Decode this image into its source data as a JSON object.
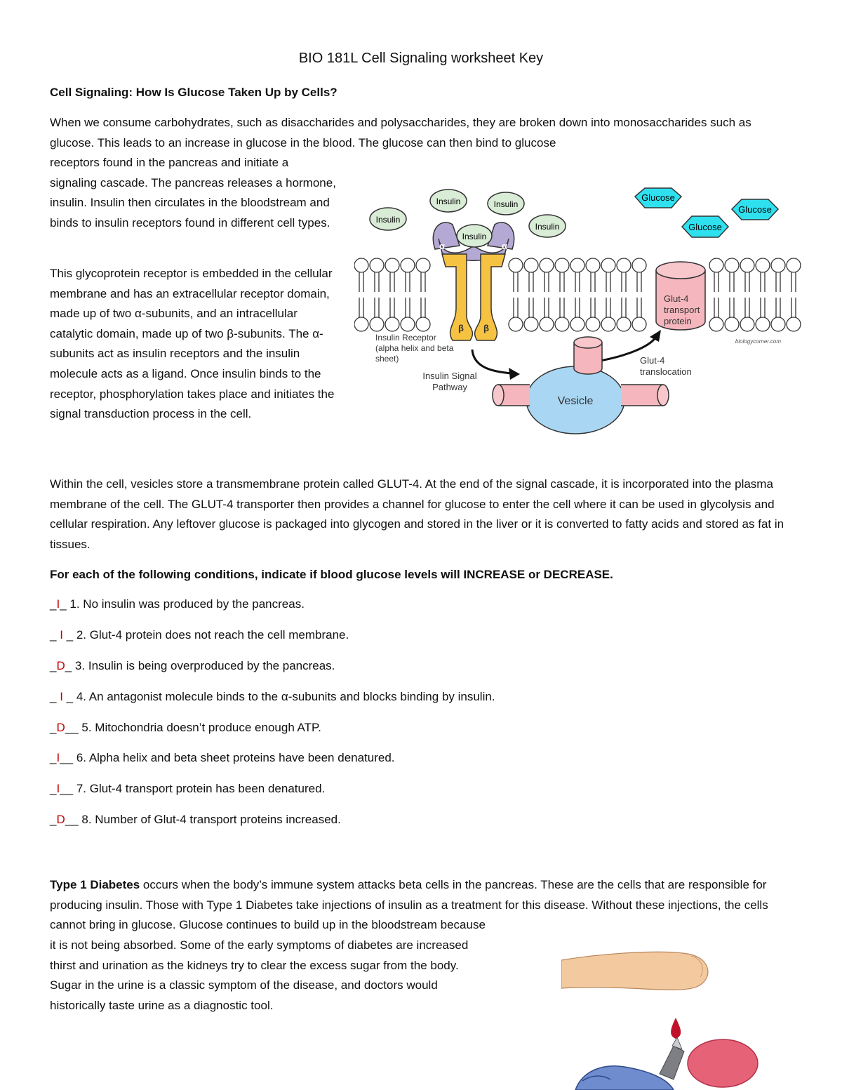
{
  "title": "BIO 181L Cell Signaling worksheet Key",
  "section_heading": "Cell Signaling:  How Is Glucose Taken Up by Cells?",
  "intro_full": "When we consume carbohydrates, such as disaccharides and polysaccharides, they are broken down into monosaccharides such as glucose. This leads to an increase in glucose in the blood. The glucose can then bind to glucose",
  "intro_narrow": "receptors found in the pancreas and initiate a signaling cascade. The pancreas releases a hormone, insulin. Insulin then circulates in the bloodstream and binds to insulin receptors found in different cell types.",
  "receptor_paragraph": "This glycoprotein receptor is embedded in the cellular membrane and has an extracellular receptor domain, made up of two α-subunits, and an intracellular catalytic domain, made up of two β-subunits. The α-subunits act as insulin receptors and the insulin molecule acts as a ligand. Once insulin binds to the receptor, phosphorylation takes place and initiates the signal transduction process in the cell.",
  "glut_paragraph": "Within the cell, vesicles store a transmembrane protein called GLUT-4.  At the end of the signal cascade, it is incorporated into the plasma membrane of the cell. The GLUT-4 transporter then provides a channel for glucose to enter the cell where it can be used in glycolysis and cellular respiration.  Any leftover glucose is packaged into glycogen and stored in the liver or it is converted to fatty acids and stored as fat in tissues.",
  "instructions": "For each of the following conditions, indicate if blood glucose levels will INCREASE or DECREASE.",
  "questions": [
    {
      "pre": "_",
      "answer": "I",
      "post": "_ 1.   ",
      "text": "No insulin was produced by the pancreas."
    },
    {
      "pre": "_ ",
      "answer": "I",
      "post": " _ 2.   ",
      "text": "Glut-4 protein does not reach the cell membrane."
    },
    {
      "pre": "_",
      "answer": "D",
      "post": "_ 3.   ",
      "text": "Insulin is being overproduced by the pancreas."
    },
    {
      "pre": "_ ",
      "answer": "I",
      "post": " _ 4.   ",
      "text": "An antagonist molecule binds to the α-subunits and blocks binding by insulin."
    },
    {
      "pre": "_",
      "answer": "D",
      "post": "__ 5.  ",
      "text": "Mitochondria doesn’t produce enough ATP."
    },
    {
      "pre": "_",
      "answer": "I",
      "post": "__ 6.   ",
      "text": "Alpha helix and beta sheet proteins have been denatured."
    },
    {
      "pre": "_",
      "answer": "I",
      "post": "__ 7.  ",
      "text": "Glut-4 transport protein has been denatured."
    },
    {
      "pre": "_",
      "answer": "D",
      "post": "__ 8.  ",
      "text": "Number of Glut-4 transport proteins increased."
    }
  ],
  "diabetes_heading": "Type 1 Diabetes",
  "diabetes_full": " occurs when the body’s immune system attacks beta cells in the pancreas.  These are the cells that are responsible for producing insulin.    Those with Type 1 Diabetes take injections of insulin as a treatment for this disease.  Without these injections, the cells cannot bring in glucose.     Glucose continues to build up in the bloodstream because",
  "diabetes_narrow": "it is not being absorbed.  Some of the early symptoms of diabetes are increased thirst and urination as the kidneys try to clear the excess sugar from the body.  Sugar in the urine is a classic symptom of the disease, and doctors would historically taste urine as a diagnostic tool.",
  "diagram": {
    "insulin_label": "Insulin",
    "glucose_label": "Glucose",
    "alpha": "α",
    "beta": "β",
    "receptor_caption_1": "Insulin Receptor",
    "receptor_caption_2": "(alpha helix and beta",
    "receptor_caption_3": "sheet)",
    "signal_1": "Insulin Signal",
    "signal_2": "Pathway",
    "vesicle": "Vesicle",
    "glut_1": "Glut-4",
    "glut_2": "transport",
    "glut_3": "protein",
    "transloc_1": "Glut-4",
    "transloc_2": "translocation",
    "watermark": "biologycorner.com"
  },
  "colors": {
    "answer": "#c00000",
    "insulin_fill": "#d9ecd6",
    "glucose_fill": "#2fe1ef",
    "receptor_alpha": "#b4a9d4",
    "receptor_beta": "#f5c242",
    "vesicle_fill": "#a9d6f2",
    "glut_fill": "#f5b7bd"
  }
}
